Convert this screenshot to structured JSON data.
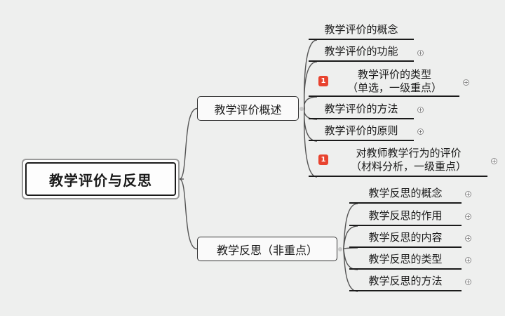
{
  "root": {
    "label": "教学评价与反思"
  },
  "branches": [
    {
      "label": "教学评价概述",
      "children": [
        {
          "label": "教学评价的概念",
          "expandable": false,
          "priority": null
        },
        {
          "label": "教学评价的功能",
          "expandable": true,
          "priority": null
        },
        {
          "label": "教学评价的类型\n（单选，一级重点）",
          "expandable": true,
          "priority": "1"
        },
        {
          "label": "教学评价的方法",
          "expandable": true,
          "priority": null
        },
        {
          "label": "教学评价的原则",
          "expandable": true,
          "priority": null
        },
        {
          "label": "对教师教学行为的评价\n（材料分析，一级重点）",
          "expandable": true,
          "priority": "1"
        }
      ]
    },
    {
      "label": "教学反思（非重点）",
      "children": [
        {
          "label": "教学反思的概念",
          "expandable": true,
          "priority": null
        },
        {
          "label": "教学反思的作用",
          "expandable": true,
          "priority": null
        },
        {
          "label": "教学反思的内容",
          "expandable": true,
          "priority": null
        },
        {
          "label": "教学反思的类型",
          "expandable": true,
          "priority": null
        },
        {
          "label": "教学反思的方法",
          "expandable": true,
          "priority": null
        }
      ]
    }
  ],
  "colors": {
    "line": "#555555",
    "priority_badge": "#e8432f",
    "background": "#eeefee"
  },
  "icons": {
    "expand": "plus-circle-icon",
    "priority": "priority-1-icon"
  }
}
